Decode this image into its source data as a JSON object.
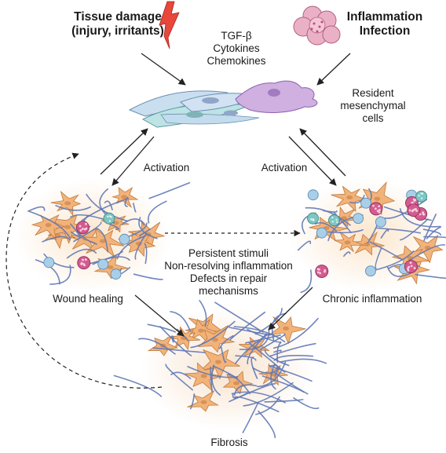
{
  "labels": {
    "tissue_damage": "Tissue damage\n(injury, irritants)",
    "inflammation": "Inflammation\nInfection",
    "signals": "TGF-β\nCytokines\nChemokines",
    "resident": "Resident\nmesenchymal\ncells",
    "activation_left": "Activation",
    "activation_right": "Activation",
    "persistent": "Persistent stimuli\nNon-resolving inflammation\nDefects in repair\nmechanisms",
    "wound_healing": "Wound healing",
    "chronic": "Chronic inflammation",
    "fibrosis": "Fibrosis"
  },
  "colors": {
    "bolt": "#e8473c",
    "pathogen": "#e9a3bd",
    "mesenchymal_blue": "#bcd6ea",
    "mesenchymal_purple": "#c8a6dc",
    "fibroblast": "#f2b37a",
    "fiber": "#5f78b6",
    "immune_blue": "#a9cfe8",
    "immune_pink": "#d45b8f",
    "immune_teal": "#7fc6c3"
  }
}
